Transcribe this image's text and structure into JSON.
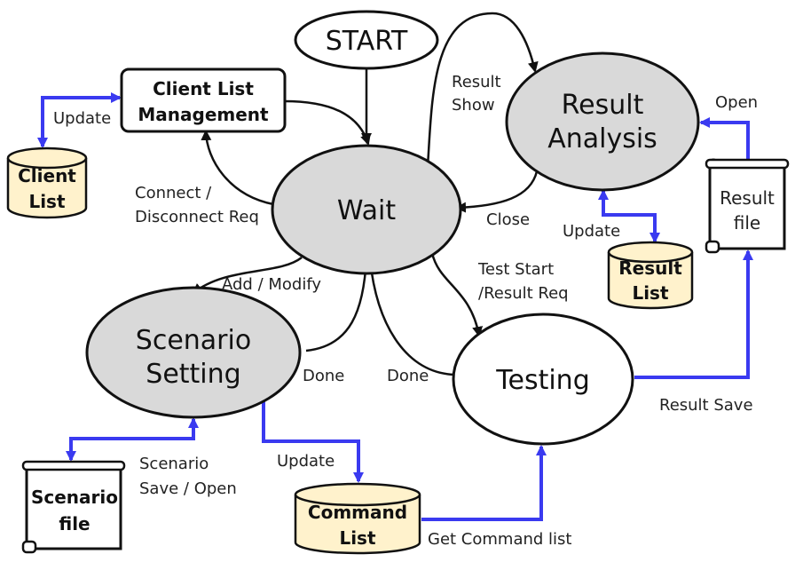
{
  "colors": {
    "state_fill": "#d9d9d9",
    "store_fill": "#fff2cc",
    "flow_blue": "#3a3af0",
    "arrow_black": "#111111"
  },
  "states": {
    "start": "START",
    "wait": "Wait",
    "result_analysis": [
      "Result",
      "Analysis"
    ],
    "scenario_setting": [
      "Scenario",
      "Setting"
    ],
    "testing": "Testing"
  },
  "client_list_management": [
    "Client List",
    "Management"
  ],
  "stores": {
    "client_list": [
      "Client",
      "List"
    ],
    "result_list": [
      "Result",
      "List"
    ],
    "command_list": [
      "Command",
      "List"
    ]
  },
  "files": {
    "scenario_file": [
      "Scenario",
      "file"
    ],
    "result_file": [
      "Result",
      "file"
    ]
  },
  "edge_labels": {
    "update_client": "Update",
    "connect_disconnect": [
      "Connect /",
      "Disconnect Req"
    ],
    "result_show": [
      "Result",
      "Show"
    ],
    "close": "Close",
    "open": "Open",
    "update_result": "Update",
    "add_modify": "Add / Modify",
    "test_start": [
      "Test Start",
      "/Result Req"
    ],
    "done_scenario": "Done",
    "done_testing": "Done",
    "result_save": "Result Save",
    "scenario_save_open": [
      "Scenario",
      "Save / Open"
    ],
    "update_command": "Update",
    "get_command_list": "Get Command list"
  }
}
